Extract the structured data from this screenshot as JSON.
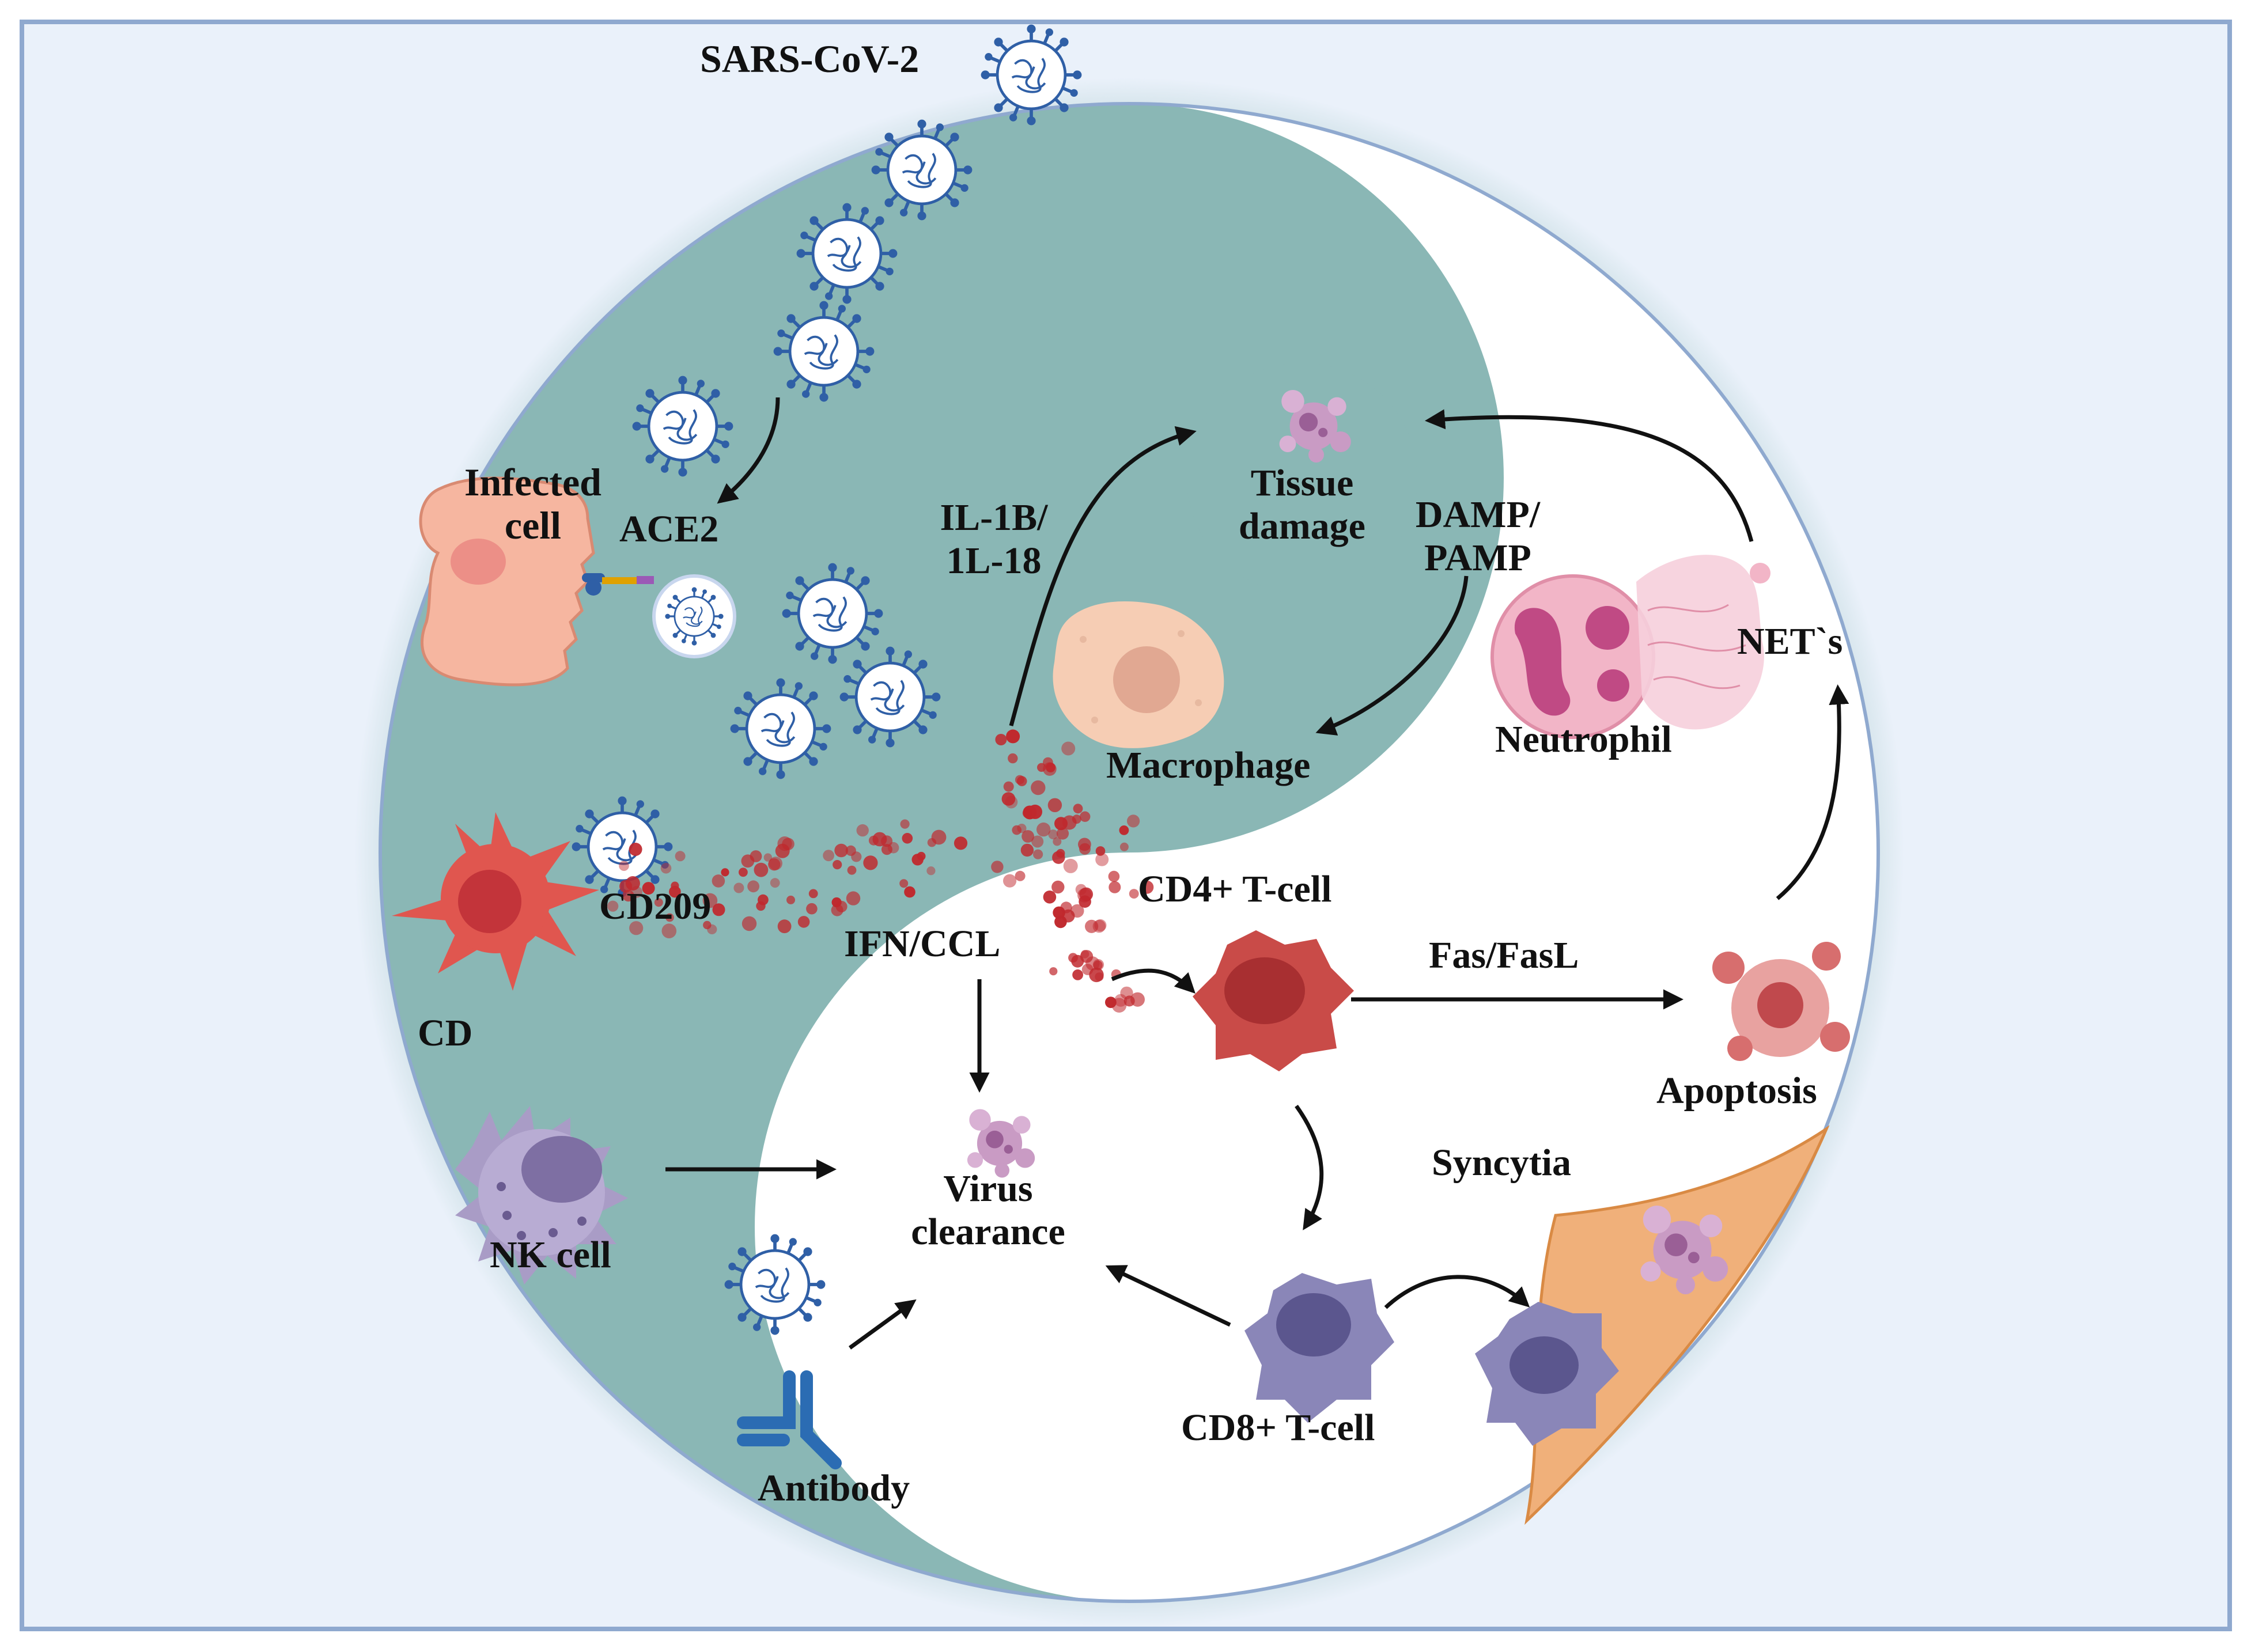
{
  "title": "SARS-CoV-2",
  "colors": {
    "panel_bg": "#eaf1fa",
    "panel_border": "#8fa9cf",
    "teal": "#8ab7b5",
    "white_half": "#ffffff",
    "cytokine": "#c0282d",
    "virus_stroke": "#2f5fa6",
    "cd4": "#c94b48",
    "cd8": "#8a86b8",
    "nk": "#a99cc6",
    "dendritic": "#e0564f",
    "infected": "#f6b6a0",
    "macrophage": "#f6cdb4",
    "neutrophil": "#f2b5c7",
    "syncytia": "#f0b07a",
    "apoptosis": "#d76e6e",
    "antibody": "#2b6cb3"
  },
  "icons": [
    "virus-icon",
    "infected-cell-icon",
    "ace2-receptor-icon",
    "dendritic-cell-icon",
    "nk-cell-icon",
    "antibody-icon",
    "cd4-tcell-icon",
    "cd8-tcell-icon",
    "macrophage-icon",
    "neutrophil-icon",
    "net-icon",
    "apoptosis-icon",
    "syncytia-icon",
    "tissue-damage-icon",
    "virus-debris-icon"
  ],
  "labels": {
    "sars": "SARS-CoV-2",
    "infected_1": "Infected",
    "infected_2": "cell",
    "ace2": "ACE2",
    "cd209": "CD209",
    "cd": "CD",
    "ifn": "IFN/CCL",
    "nk": "NK cell",
    "antibody": "Antibody",
    "virus_1": "Virus",
    "virus_2": "clearance",
    "cd4": "CD4+ T-cell",
    "cd8": "CD8+ T-cell",
    "fas": "Fas/FasL",
    "apoptosis": "Apoptosis",
    "syncytia": "Syncytia",
    "il_1": "IL-1B/",
    "il_2": "1L-18",
    "tissue_1": "Tissue",
    "tissue_2": "damage",
    "damp_1": "DAMP/",
    "damp_2": "PAMP",
    "macrophage": "Macrophage",
    "neutrophil": "Neutrophil",
    "nets": "NET`s"
  }
}
